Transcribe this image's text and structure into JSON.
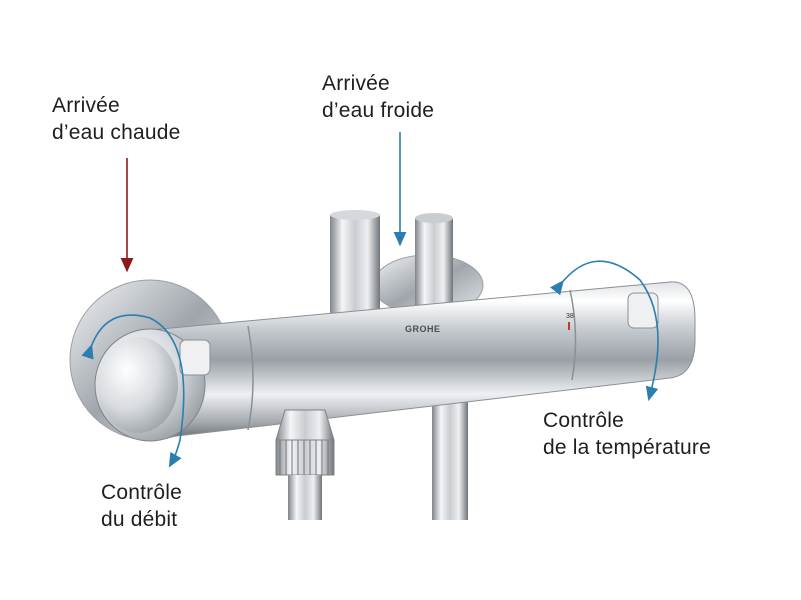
{
  "labels": {
    "hot_inlet": {
      "line1": "Arrivée",
      "line2": "d’eau chaude"
    },
    "cold_inlet": {
      "line1": "Arrivée",
      "line2": "d’eau froide"
    },
    "temperature": {
      "line1": "Contrôle",
      "line2": "de la température"
    },
    "flow": {
      "line1": "Contrôle",
      "line2": "du débit"
    }
  },
  "product": {
    "brand": "GROHE",
    "temp_mark": "38"
  },
  "colors": {
    "hot_arrow": "#8b1a1a",
    "cold_arrow": "#2a7fb0",
    "rotation_arrow": "#2a7fb0",
    "text": "#1f1f1f",
    "red_indicator": "#c0392b"
  }
}
